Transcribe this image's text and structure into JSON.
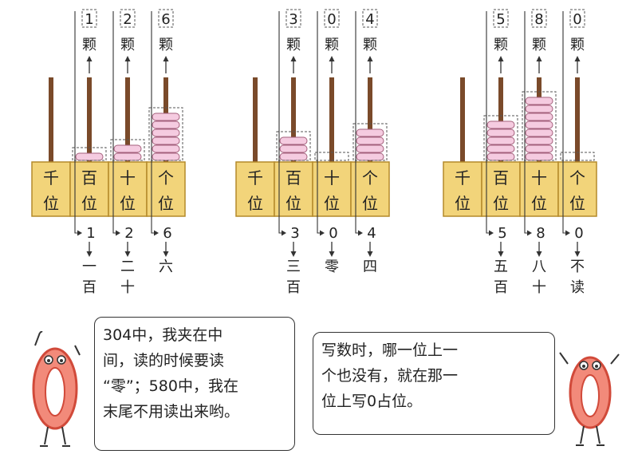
{
  "colors": {
    "place_box": "#f2d47a",
    "place_box_border": "#b48a2a",
    "rod": "#7a4a2a",
    "bead_fill": "#f5cbe0",
    "bead_stroke": "#a4607c",
    "mascot_fill": "#f28a7a",
    "mascot_stroke": "#d14a3a"
  },
  "place_labels": [
    {
      "top": "千",
      "bottom": "位"
    },
    {
      "top": "百",
      "bottom": "位"
    },
    {
      "top": "十",
      "bottom": "位"
    },
    {
      "top": "个",
      "bottom": "位"
    }
  ],
  "bead_unit": "颗",
  "abaci": [
    {
      "number": "126",
      "digits": [
        "",
        "1",
        "2",
        "6"
      ],
      "readings": [
        [],
        [
          "一",
          "百"
        ],
        [
          "二",
          "十"
        ],
        [
          "六"
        ]
      ]
    },
    {
      "number": "304",
      "digits": [
        "",
        "3",
        "0",
        "4"
      ],
      "readings": [
        [],
        [
          "三",
          "百"
        ],
        [
          "零"
        ],
        [
          "四"
        ]
      ]
    },
    {
      "number": "580",
      "digits": [
        "",
        "5",
        "8",
        "0"
      ],
      "readings": [
        [],
        [
          "五",
          "百"
        ],
        [
          "八",
          "十"
        ],
        [
          "不",
          "读"
        ]
      ]
    }
  ],
  "bubbles": {
    "left": [
      "304中，我夹在中",
      "间，读的时候要读",
      "“零”；580中，我在",
      "末尾不用读出来哟。"
    ],
    "right": [
      "写数时，哪一位上一",
      "个也没有，就在那一",
      "位上写0占位。"
    ]
  }
}
